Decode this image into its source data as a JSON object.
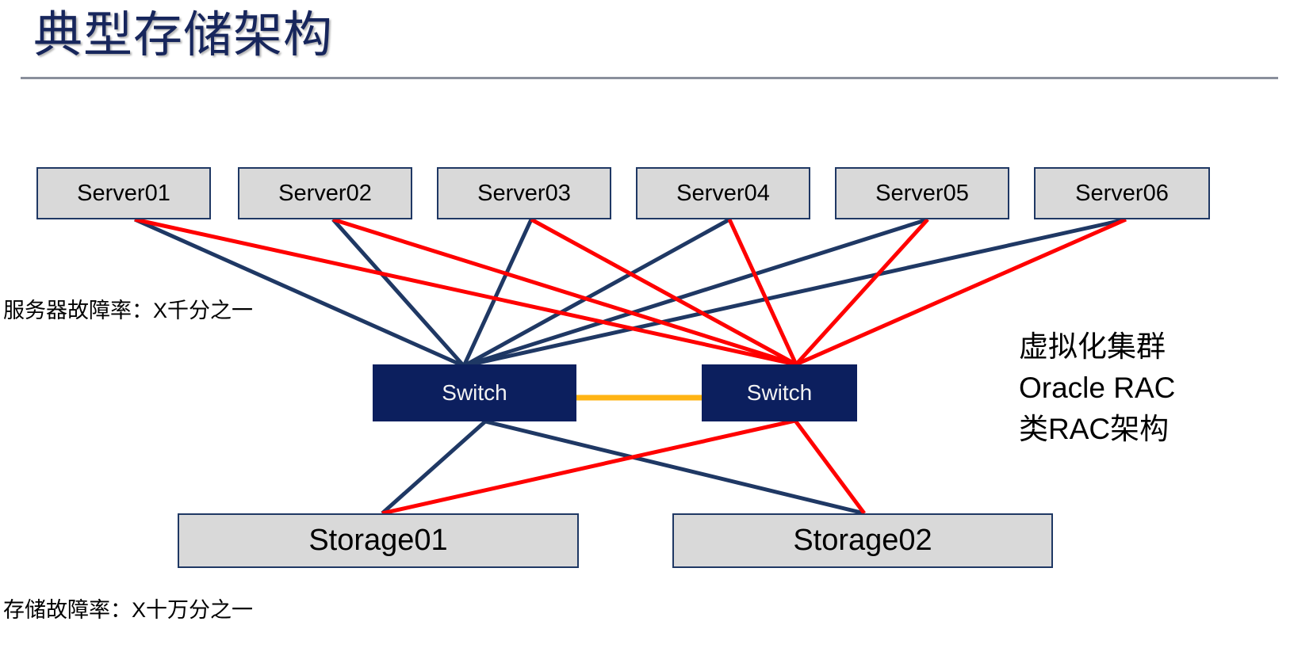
{
  "slide": {
    "title": "典型存储架构",
    "background_color": "#ffffff",
    "title_color": "#17265c",
    "rule_color": "#8a8f9c"
  },
  "palette": {
    "node_fill": "#d9d9d9",
    "node_border": "#1f3864",
    "switch_fill": "#0c1f5e",
    "switch_text": "#f2f2f2",
    "link_navy": "#1f3864",
    "link_red": "#ff0000",
    "link_orange": "#ffb414"
  },
  "servers": [
    {
      "label": "Server01"
    },
    {
      "label": "Server02"
    },
    {
      "label": "Server03"
    },
    {
      "label": "Server04"
    },
    {
      "label": "Server05"
    },
    {
      "label": "Server06"
    }
  ],
  "switches": [
    {
      "label": "Switch"
    },
    {
      "label": "Switch"
    }
  ],
  "storages": [
    {
      "label": "Storage01"
    },
    {
      "label": "Storage02"
    }
  ],
  "notes": {
    "server_failure_rate": "服务器故障率：X千分之一",
    "storage_failure_rate": "存储故障率：X十万分之一",
    "cluster_line1": "虚拟化集群",
    "cluster_line2": "Oracle RAC",
    "cluster_line3": "类RAC架构"
  },
  "diagram": {
    "type": "network-topology",
    "description": "六台服务器双路连接到两台交换机，交换机之间互联，交换机再双路连接到两台存储",
    "server_links": "每台服务器各有一条深蓝线连到左侧 Switch，一条红线连到右侧 Switch",
    "switch_interlink": "左右两台 Switch 之间由橙色链路互联",
    "storage_links": "每台 Switch 各有一条链路连到 Storage01 和 Storage02（交叉连接）"
  }
}
